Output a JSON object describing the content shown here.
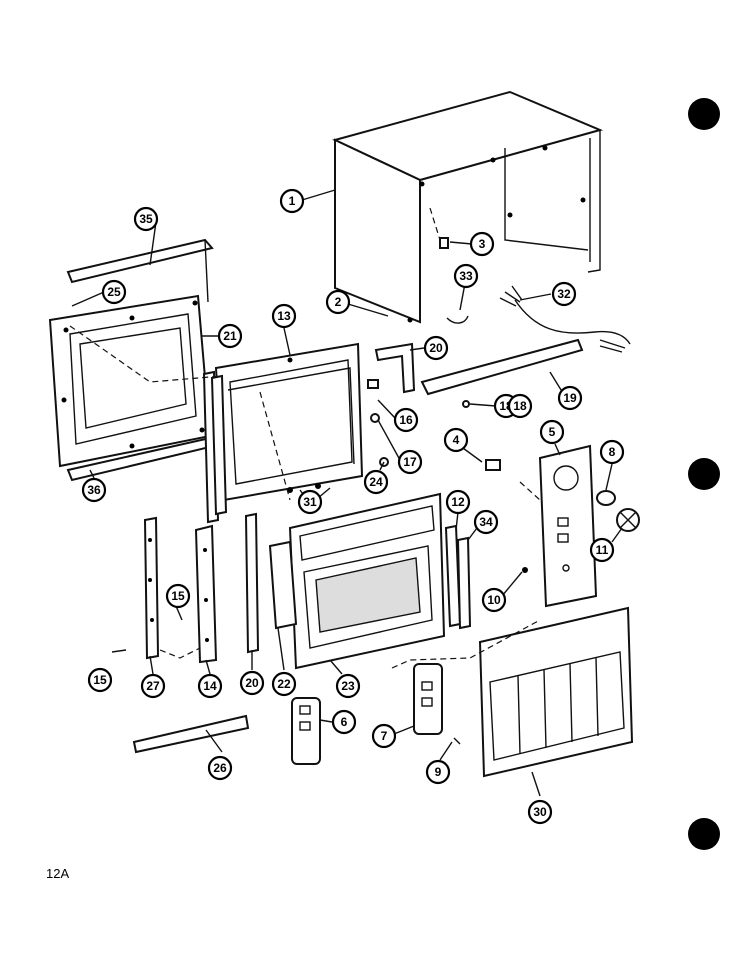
{
  "diagram": {
    "page_label": "12A",
    "callouts": [
      "1",
      "2",
      "3",
      "4",
      "5",
      "6",
      "7",
      "8",
      "9",
      "10",
      "11",
      "12",
      "13",
      "14",
      "15",
      "15",
      "16",
      "17",
      "18",
      "18",
      "19",
      "20",
      "20",
      "21",
      "22",
      "23",
      "24",
      "25",
      "26",
      "27",
      "30",
      "31",
      "32",
      "33",
      "34",
      "35",
      "36"
    ]
  }
}
